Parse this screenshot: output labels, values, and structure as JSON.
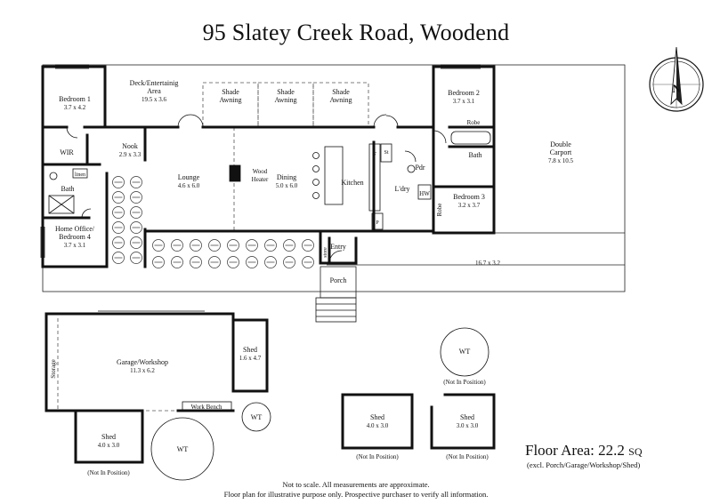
{
  "title": "95 Slatey Creek Road, Woodend",
  "compass": {
    "letter": "N"
  },
  "rooms": {
    "bedroom1": {
      "name": "Bedroom 1",
      "size": "3.7 x 4.2"
    },
    "deck": {
      "name1": "Deck/Entertainig",
      "name2": "Area",
      "size": "19.5 x 3.6"
    },
    "shade1": {
      "name1": "Shade",
      "name2": "Awning"
    },
    "shade2": {
      "name1": "Shade",
      "name2": "Awning"
    },
    "shade3": {
      "name1": "Shade",
      "name2": "Awning"
    },
    "bedroom2": {
      "name": "Bedroom 2",
      "size": "3.7 x 3.1"
    },
    "robe_top": {
      "name": "Robe"
    },
    "bath_right": {
      "name": "Bath"
    },
    "carport": {
      "name1": "Double",
      "name2": "Carport",
      "size": "7.8 x 10.5"
    },
    "wir": {
      "name": "WIR"
    },
    "linen": {
      "name": "linen"
    },
    "nook": {
      "name": "Nook",
      "size": "2.9 x 3.3"
    },
    "lounge": {
      "name": "Lounge",
      "size": "4.6 x 6.0"
    },
    "wood_heater": {
      "name1": "Wood",
      "name2": "Heater"
    },
    "dining": {
      "name": "Dining",
      "size": "5.0 x 6.0"
    },
    "kitchen": {
      "name": "Kitchen"
    },
    "fridge": {
      "name": "F"
    },
    "store_small": {
      "name": "St"
    },
    "pantry": {
      "name": "P"
    },
    "pdr": {
      "name": "Pdr"
    },
    "laundry": {
      "name": "L'dry"
    },
    "hw": {
      "name": "HW"
    },
    "bedroom3": {
      "name": "Bedroom 3",
      "size": "3.2 x 3.7"
    },
    "robe_side": {
      "name": "Robe"
    },
    "bath_left": {
      "name": "Bath"
    },
    "office": {
      "name1": "Home Office/",
      "name2": "Bedroom 4",
      "size": "3.7 x 3.1"
    },
    "store_entry": {
      "name": "store"
    },
    "entry": {
      "name": "Entry"
    },
    "porch": {
      "name": "Porch"
    },
    "outdoor_area": {
      "size": "16.7 x 3.2"
    },
    "garage": {
      "name": "Garage/Workshop",
      "size": "11.3 x 6.2"
    },
    "storage": {
      "name": "Storage"
    },
    "shed_a": {
      "name": "Shed",
      "size": "1.6 x 4.7"
    },
    "work_bench": {
      "name": "Work Bench"
    },
    "wt_small": {
      "name": "WT"
    },
    "wt_large": {
      "name": "WT"
    },
    "shed_b": {
      "name": "Shed",
      "size": "4.0 x 3.0",
      "note": "(Not In Position)"
    },
    "wt_right": {
      "name": "WT",
      "note": "(Not In Position)"
    },
    "shed_c": {
      "name": "Shed",
      "size": "4.0 x 3.0",
      "note": "(Not In Position)"
    },
    "shed_d": {
      "name": "Shed",
      "size": "3.0 x 3.0",
      "note": "(Not In Position)"
    }
  },
  "floor_area": {
    "label": "Floor Area: 22.2",
    "unit": "SQ",
    "note": "(excl. Porch/Garage/Workshop/Shed)"
  },
  "disclaimer": {
    "line1": "Not to scale. All measurements are approximate.",
    "line2": "Floor plan for illustrative purpose only. Prospective purchaser to verify all information."
  }
}
